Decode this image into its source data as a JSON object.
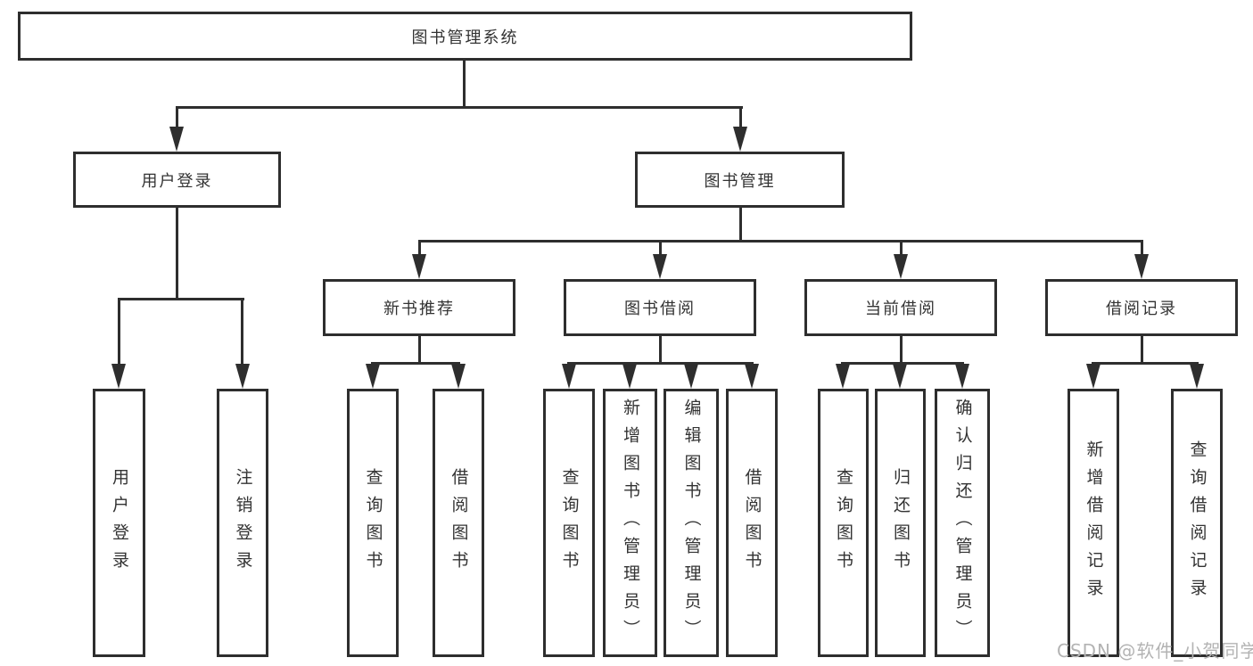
{
  "tree": {
    "root": "图书管理系统",
    "branches": [
      {
        "label": "用户登录",
        "children": [
          {
            "label": "用户登录"
          },
          {
            "label": "注销登录"
          }
        ]
      },
      {
        "label": "图书管理",
        "sections": [
          {
            "label": "新书推荐",
            "children": [
              {
                "label": "查询图书"
              },
              {
                "label": "借阅图书"
              }
            ]
          },
          {
            "label": "图书借阅",
            "children": [
              {
                "label": "查询图书"
              },
              {
                "label": "新增图书（管理员）"
              },
              {
                "label": "编辑图书（管理员）"
              },
              {
                "label": "借阅图书"
              }
            ]
          },
          {
            "label": "当前借阅",
            "children": [
              {
                "label": "查询图书"
              },
              {
                "label": "归还图书"
              },
              {
                "label": "确认归还（管理员）"
              }
            ]
          },
          {
            "label": "借阅记录",
            "children": [
              {
                "label": "新增借阅记录"
              },
              {
                "label": "查询借阅记录"
              }
            ]
          }
        ]
      }
    ]
  },
  "watermark": "CSDN @软件_小贺同学",
  "colors": {
    "line": "#2e2e2e",
    "box_border": "#2e2e2e",
    "text": "#333333",
    "watermark": "#b3b3b3",
    "background": "#ffffff"
  }
}
